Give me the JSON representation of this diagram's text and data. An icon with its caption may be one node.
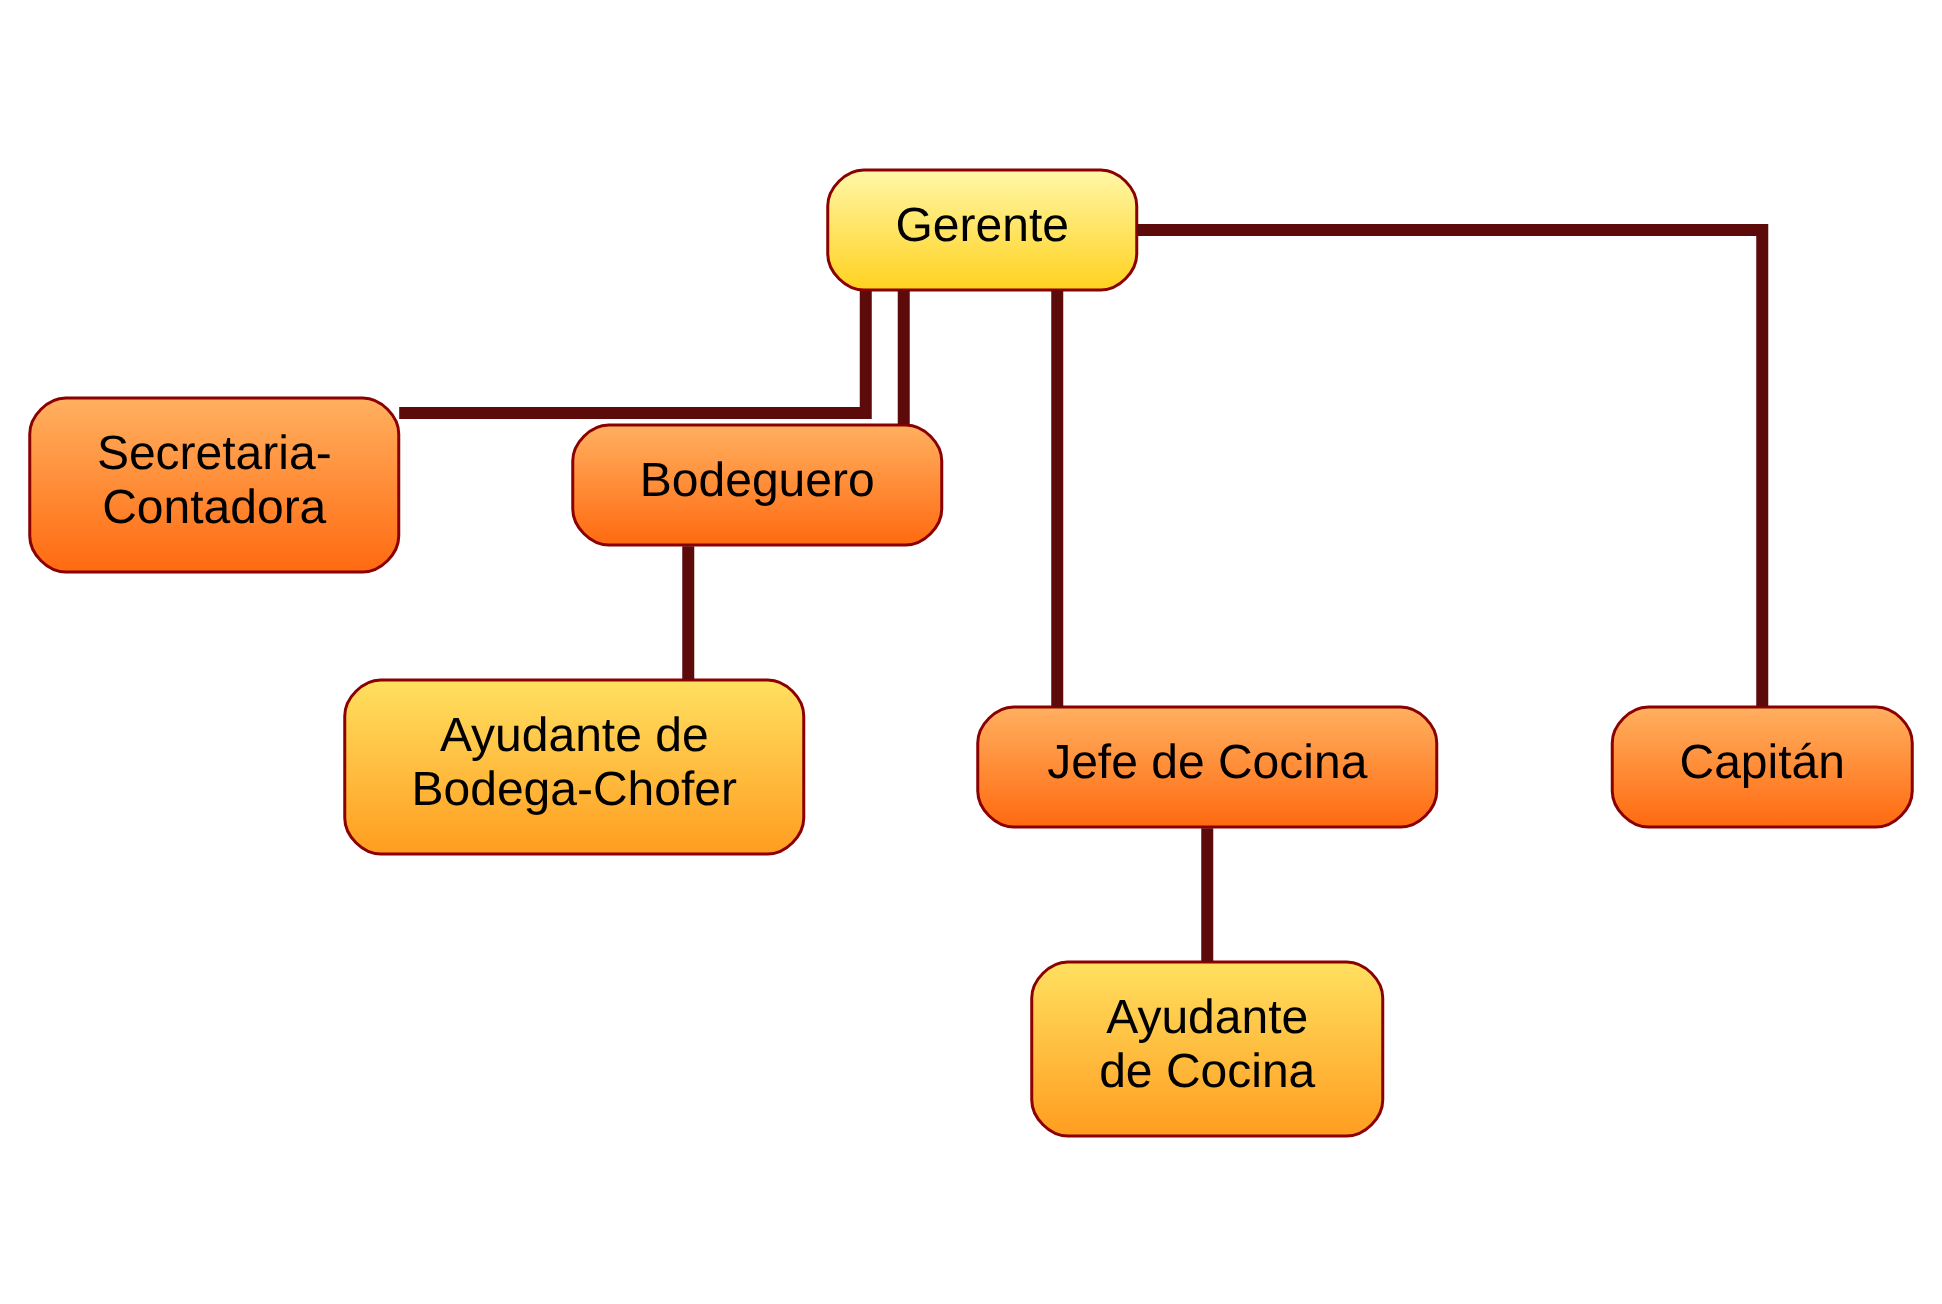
{
  "diagram": {
    "nodes": [
      {
        "text": [
          "Gerente"
        ]
      },
      {
        "text": [
          "Secretaria-Contadora"
        ]
      },
      {
        "text": [
          "Bodeguero"
        ]
      },
      {
        "text": [
          "Ayudante de Bodega-Chofer"
        ]
      },
      {
        "text": [
          "Jefe de Cocina"
        ]
      },
      {
        "text": [
          "Capitán"
        ]
      },
      {
        "text": [
          "Ayudante de Cocina"
        ]
      }
    ],
    "edges": [
      {
        "from": 0,
        "to": 1,
        "arrow": "none"
      },
      {
        "from": 0,
        "to": 2,
        "arrow": "none"
      },
      {
        "from": 2,
        "to": 3,
        "arrow": "none"
      },
      {
        "from": 0,
        "to": 4,
        "arrow": "none"
      },
      {
        "from": 0,
        "to": 5,
        "arrow": "none"
      },
      {
        "from": 4,
        "to": 6,
        "arrow": "none"
      }
    ]
  }
}
